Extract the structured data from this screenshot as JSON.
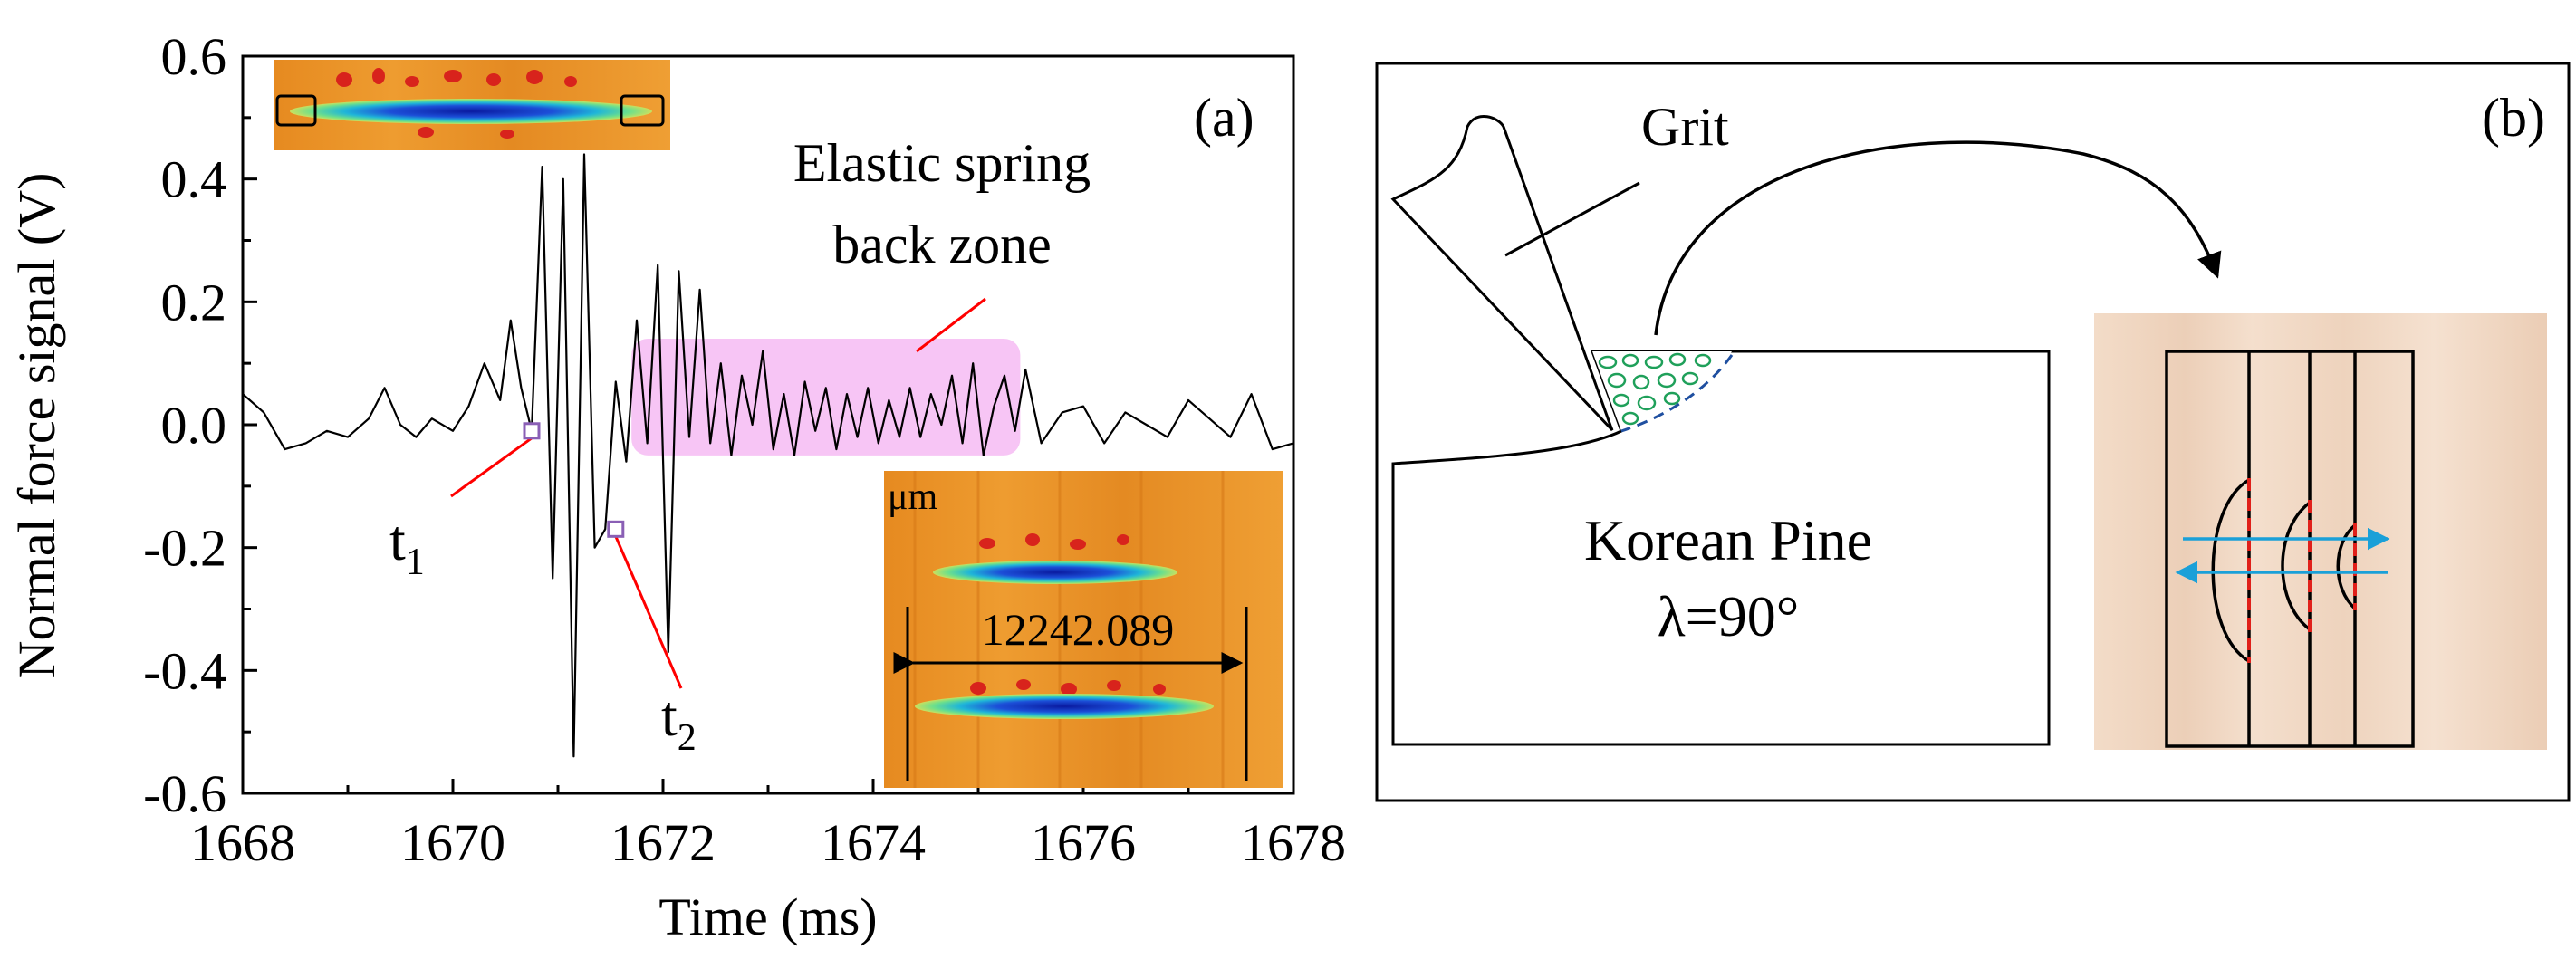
{
  "panel_a": {
    "label": "(a)",
    "annotation_zone_line1": "Elastic spring",
    "annotation_zone_line2": "back zone",
    "marker_t1_main": "t",
    "marker_t1_sub": "1",
    "marker_t2_main": "t",
    "marker_t2_sub": "2",
    "inset_unit": "μm",
    "inset_dimension": "12242.089"
  },
  "panel_b": {
    "label": "(b)",
    "grit_label": "Grit",
    "material_label": "Korean Pine",
    "angle_label": "λ=90°"
  },
  "colors": {
    "signal_line": "#000000",
    "zone_fill": "#f7c5f5",
    "callout_line": "#ff0000",
    "marker": "#8a5fb5",
    "green_chips": "#1fa05a",
    "dashed_blue": "#1f4fa0",
    "red_dashed": "#e0201a",
    "arrow_cyan": "#1aa0d8",
    "wood_bg": "#f1d8c4",
    "heatmap_bg": "#e89a28"
  },
  "chart_data": {
    "type": "line",
    "xlabel": "Time (ms)",
    "ylabel": "Normal force signal (V)",
    "xlim": [
      1668,
      1678
    ],
    "ylim": [
      -0.6,
      0.6
    ],
    "x_ticks": [
      1668,
      1670,
      1672,
      1674,
      1676,
      1678
    ],
    "y_ticks": [
      -0.6,
      -0.4,
      -0.2,
      0.0,
      0.2,
      0.4,
      0.6
    ],
    "y_tick_labels": [
      "-0.6",
      "-0.4",
      "-0.2",
      "0.0",
      "0.2",
      "0.4",
      "0.6"
    ],
    "highlight_zone": {
      "x": [
        1671.7,
        1675.4
      ],
      "y": [
        -0.05,
        0.14
      ]
    },
    "marker_points": [
      {
        "name": "t1",
        "x": 1670.75,
        "y": -0.01
      },
      {
        "name": "t2",
        "x": 1671.55,
        "y": -0.17
      }
    ],
    "series": [
      {
        "x": [
          1668.0,
          1668.2,
          1668.4,
          1668.6,
          1668.8,
          1669.0,
          1669.2,
          1669.35,
          1669.5,
          1669.65,
          1669.8,
          1670.0,
          1670.15,
          1670.3,
          1670.45,
          1670.55,
          1670.65,
          1670.75,
          1670.85,
          1670.95,
          1671.05,
          1671.15,
          1671.25,
          1671.35,
          1671.45,
          1671.55,
          1671.65,
          1671.75,
          1671.85,
          1671.95,
          1672.05,
          1672.15,
          1672.25,
          1672.35,
          1672.45,
          1672.55,
          1672.65,
          1672.75,
          1672.85,
          1672.95,
          1673.05,
          1673.15,
          1673.25,
          1673.35,
          1673.45,
          1673.55,
          1673.65,
          1673.75,
          1673.85,
          1673.95,
          1674.05,
          1674.15,
          1674.25,
          1674.35,
          1674.45,
          1674.55,
          1674.65,
          1674.75,
          1674.85,
          1674.95,
          1675.05,
          1675.15,
          1675.25,
          1675.35,
          1675.45,
          1675.6,
          1675.8,
          1676.0,
          1676.2,
          1676.4,
          1676.6,
          1676.8,
          1677.0,
          1677.2,
          1677.4,
          1677.6,
          1677.8,
          1678.0
        ],
        "y": [
          0.05,
          0.02,
          -0.04,
          -0.03,
          -0.01,
          -0.02,
          0.01,
          0.06,
          0.0,
          -0.02,
          0.01,
          -0.01,
          0.03,
          0.1,
          0.04,
          0.17,
          0.06,
          -0.01,
          0.42,
          -0.25,
          0.4,
          -0.54,
          0.44,
          -0.2,
          -0.17,
          0.07,
          -0.06,
          0.17,
          -0.03,
          0.26,
          -0.37,
          0.25,
          -0.02,
          0.22,
          -0.03,
          0.1,
          -0.05,
          0.08,
          0.0,
          0.12,
          -0.04,
          0.05,
          -0.05,
          0.07,
          -0.01,
          0.06,
          -0.04,
          0.05,
          -0.02,
          0.06,
          -0.03,
          0.04,
          -0.02,
          0.06,
          -0.02,
          0.05,
          0.0,
          0.08,
          -0.03,
          0.1,
          -0.05,
          0.03,
          0.08,
          -0.01,
          0.09,
          -0.03,
          0.02,
          0.03,
          -0.03,
          0.02,
          0.0,
          -0.02,
          0.04,
          0.01,
          -0.02,
          0.05,
          -0.04,
          -0.03
        ]
      }
    ]
  }
}
